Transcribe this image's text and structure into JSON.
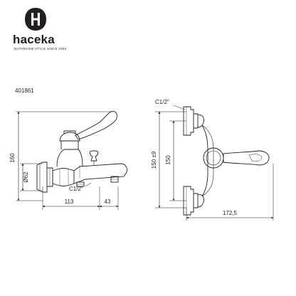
{
  "brand": {
    "name": "haceka",
    "tagline": "BATHROOM STYLE SINCE 1904",
    "monogram": "H",
    "color": "#231f20"
  },
  "product_code": "401861",
  "side_view": {
    "dim_height": "160",
    "dim_diameter": "Ø62",
    "thread_label": "C1/2\"",
    "dim_body_length": "113",
    "dim_spout_offset": "43"
  },
  "front_view": {
    "thread_label": "C1/2\"",
    "dim_centers_tolerance": "150 ±9",
    "dim_centers": "150",
    "dim_width": "172,5"
  }
}
